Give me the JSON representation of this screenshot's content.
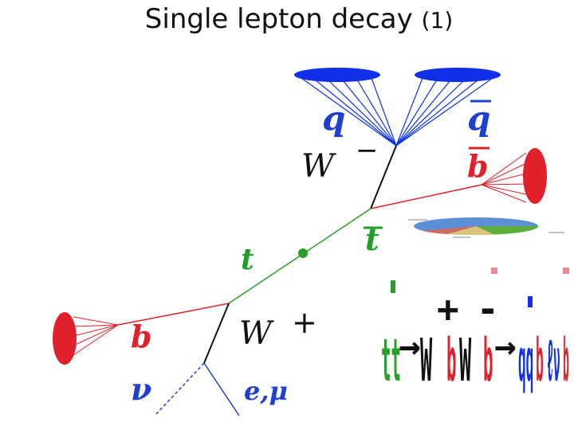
{
  "title": {
    "text": "Single lepton decay",
    "suffix": "(1)"
  },
  "labels": {
    "q": "q",
    "qbar": "q",
    "bbar": "b",
    "w_minus": "W",
    "w_minus_sign": "−",
    "tbar": "t",
    "t": "t",
    "w_plus": "W",
    "w_plus_sign": "+",
    "b": "b",
    "nu": "ν",
    "lepton": "e,μ"
  },
  "decay_formula": {
    "parts": [
      "tt",
      "→",
      "W",
      "+",
      "b",
      "W",
      "-",
      "b",
      "→",
      "qq",
      "b",
      "ℓν",
      "b"
    ]
  },
  "colors": {
    "quark_jet": "#1030e8",
    "b_jet": "#e0202a",
    "top_line": "#2a9d2a",
    "w_line": "#111111",
    "lepton_line": "#1f3fd0"
  }
}
